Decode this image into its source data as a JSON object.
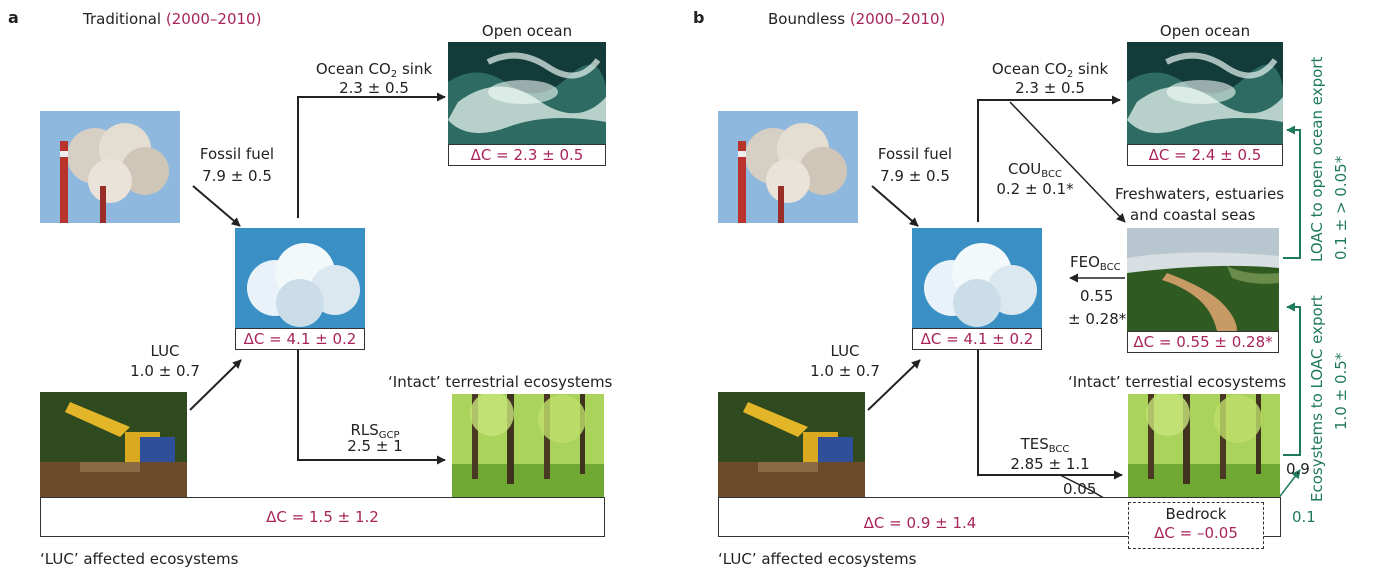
{
  "panel_a": {
    "letter": "a",
    "title": "Traditional",
    "title_period": "(2000–2010)",
    "open_ocean_label": "Open ocean",
    "ocean_sink_label": "Ocean CO",
    "ocean_sink_sub": "2",
    "ocean_sink_suffix": " sink",
    "ocean_sink_value": "2.3 ± 0.5",
    "open_ocean_delta": "ΔC = 2.3 ± 0.5",
    "fossil_label": "Fossil fuel",
    "fossil_value": "7.9 ± 0.5",
    "atmosphere_delta": "ΔC = 4.1 ± 0.2",
    "luc_label": "LUC",
    "luc_value": "1.0 ± 0.7",
    "intact_label": "‘Intact’ terrestrial ecosystems",
    "rls_label": "RLS",
    "rls_sub": "GCP",
    "rls_value": "2.5 ± 1",
    "luc_delta": "ΔC = 1.5 ± 1.2",
    "luc_affected_label": "‘LUC’ affected ecosystems"
  },
  "panel_b": {
    "letter": "b",
    "title": "Boundless",
    "title_period": "(2000–2010)",
    "open_ocean_label": "Open ocean",
    "ocean_sink_label": "Ocean CO",
    "ocean_sink_sub": "2",
    "ocean_sink_suffix": " sink",
    "ocean_sink_value": "2.3 ± 0.5",
    "open_ocean_delta": "ΔC = 2.4 ± 0.5",
    "fossil_label": "Fossil fuel",
    "fossil_value": "7.9 ± 0.5",
    "cou_label": "COU",
    "cou_sub": "BCC",
    "cou_value": "0.2 ± 0.1*",
    "freshwater_label_1": "Freshwaters, estuaries",
    "freshwater_label_2": "and coastal seas",
    "feo_label": "FEO",
    "feo_sub": "BCC",
    "feo_value_1": "0.55",
    "feo_value_2": "± 0.28*",
    "freshwater_delta": "ΔC = 0.55 ± 0.28*",
    "atmosphere_delta": "ΔC = 4.1 ± 0.2",
    "luc_label": "LUC",
    "luc_value": "1.0 ± 0.7",
    "intact_label": "‘Intact’ terrestial ecosystems",
    "tes_label": "TES",
    "tes_sub": "BCC",
    "tes_value": "2.85 ± 1.1",
    "bedrock_flux": "0.05",
    "bedrock_label": "Bedrock",
    "bedrock_delta": "ΔC = –0.05",
    "luc_delta": "ΔC = 0.9 ± 1.4",
    "luc_affected_label": "‘LUC’ affected ecosystems",
    "export_ocean_label": "LOAC to open ocean export",
    "export_ocean_value": "0.1 ± > 0.05*",
    "export_eco_label": "Ecosystems to LOAC export",
    "export_eco_value": "1.0 ± 0.5*",
    "flux_09": "0.9",
    "flux_01": "0.1"
  },
  "colors": {
    "accent_magenta": "#a8245a",
    "accent_green": "#1f7a5a"
  }
}
